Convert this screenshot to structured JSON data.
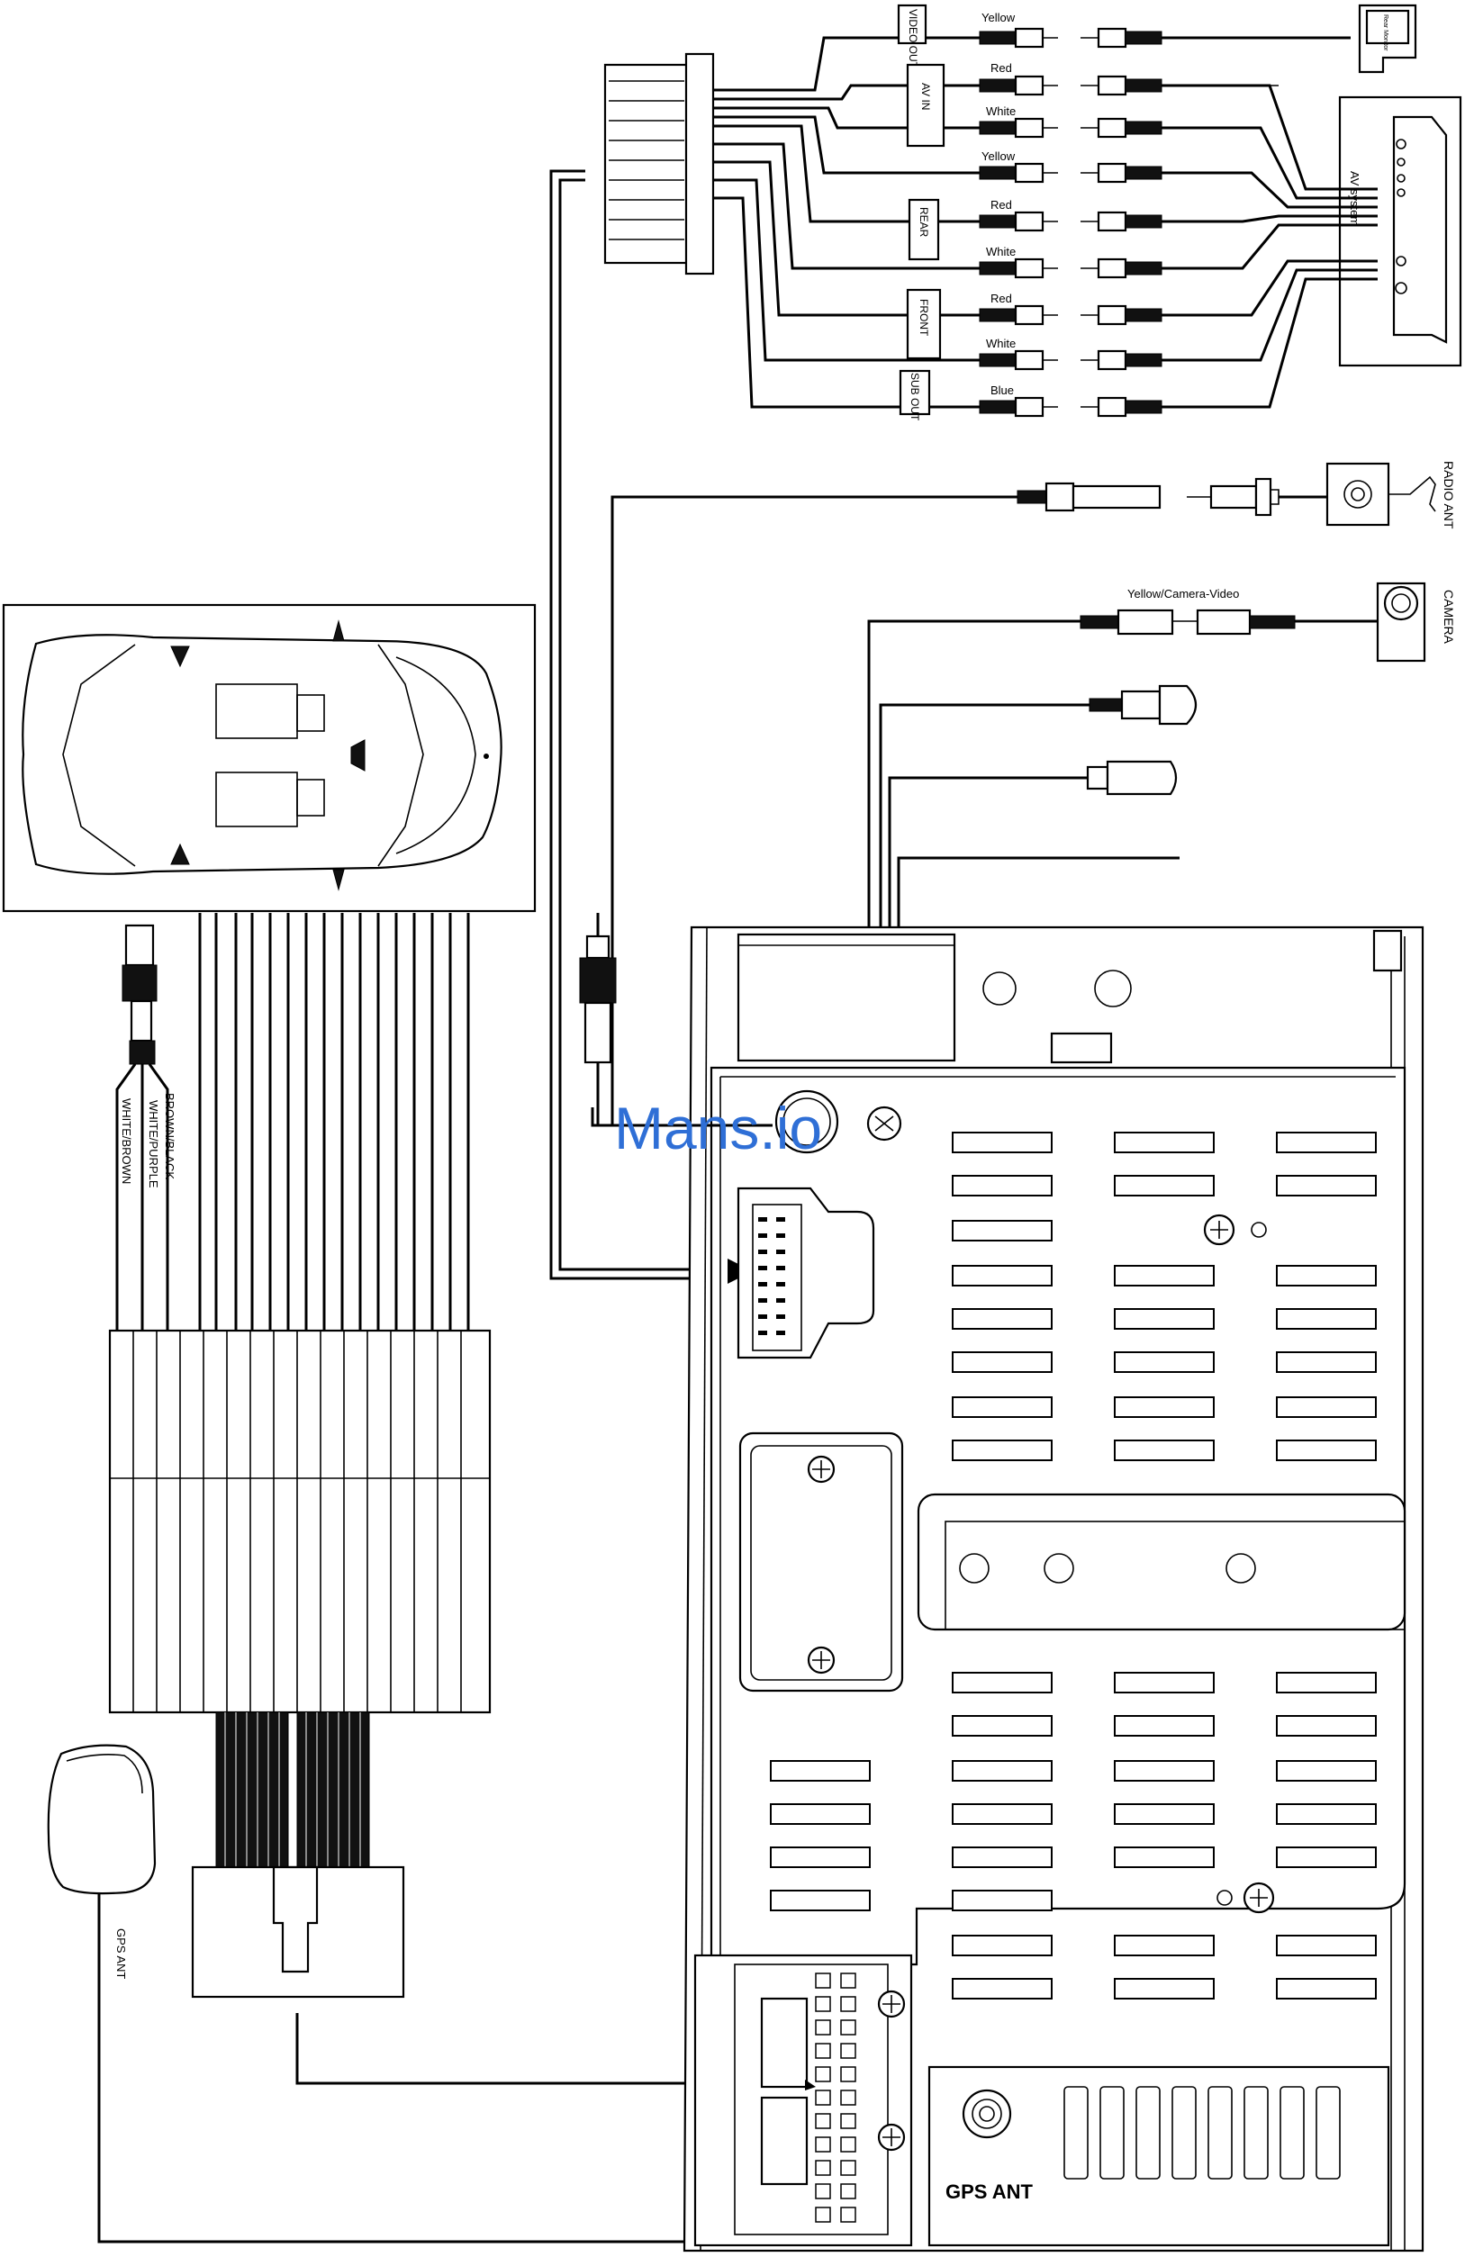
{
  "rca_groups": {
    "video_out": "VIDEO OUT",
    "av_in": "AV IN",
    "rear": "REAR",
    "front": "FRONT",
    "sub_out": "SUB OUT"
  },
  "rca_colors": {
    "video_out_yellow": "Yellow",
    "av_red": "Red",
    "av_white": "White",
    "av_yellow": "Yellow",
    "rear_red": "Red",
    "rear_white": "White",
    "front_red": "Red",
    "front_white": "White",
    "sub_blue": "Blue"
  },
  "devices": {
    "rear_monitor": "Rear Monitor",
    "av_system": "AV system",
    "radio_ant": "RADIO ANT",
    "camera": "CAMERA",
    "camera_cable": "Yellow/Camera-Video",
    "gps_ant_side": "GPS  ANT",
    "gps_ant_port": "GPS ANT"
  },
  "wire_labels": {
    "brown_black": "BROWN/BLACK",
    "white_purple": "WHITE/PURPLE",
    "white_brown": "WHITE/BROWN"
  },
  "watermark": "Mans.io"
}
